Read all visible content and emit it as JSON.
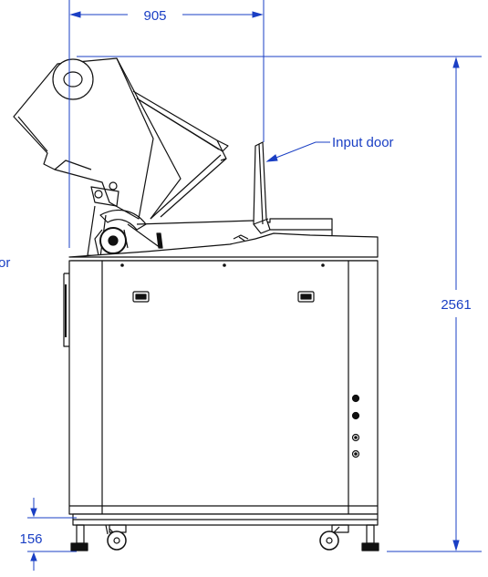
{
  "colors": {
    "dimension": "#1a3fc4",
    "machine": "#111111",
    "background": "#ffffff"
  },
  "dimensions": {
    "width": "905",
    "height": "2561",
    "foot_height": "156"
  },
  "callouts": {
    "input_door": "Input door",
    "clipped_left": "or"
  }
}
